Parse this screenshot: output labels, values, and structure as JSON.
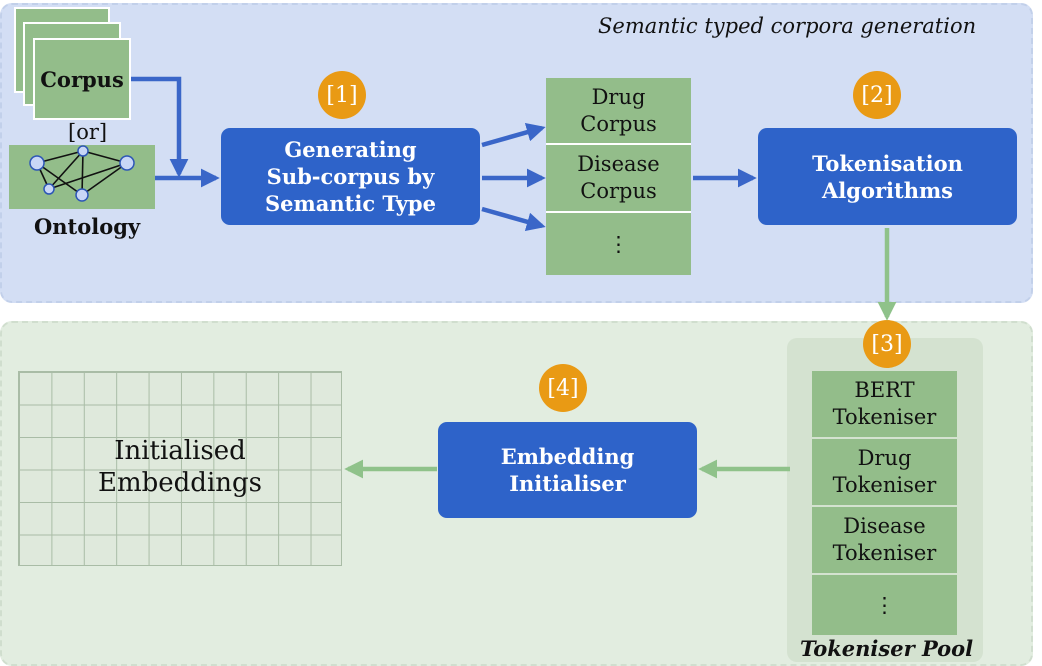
{
  "top_panel": {
    "title": "Semantic typed corpora generation"
  },
  "inputs": {
    "corpus_label": "Corpus",
    "or_label": "[or]",
    "ontology_label": "Ontology"
  },
  "badges": [
    "[1]",
    "[2]",
    "[3]",
    "[4]"
  ],
  "generator": {
    "line1": "Generating",
    "line2": "Sub-corpus by",
    "line3": "Semantic Type"
  },
  "corpora": [
    {
      "line1": "Drug",
      "line2": "Corpus"
    },
    {
      "line1": "Disease",
      "line2": "Corpus"
    },
    {
      "line1": "⋮",
      "line2": ""
    }
  ],
  "tokenisation": {
    "line1": "Tokenisation",
    "line2": "Algorithms"
  },
  "tokeniser_pool": {
    "title": "Tokeniser Pool",
    "items": [
      {
        "line1": "BERT",
        "line2": "Tokeniser"
      },
      {
        "line1": "Drug",
        "line2": "Tokeniser"
      },
      {
        "line1": "Disease",
        "line2": "Tokeniser"
      },
      {
        "line1": "⋮",
        "line2": ""
      }
    ]
  },
  "initialiser": {
    "line1": "Embedding",
    "line2": "Initialiser"
  },
  "embeddings": {
    "line1": "Initialised",
    "line2": "Embeddings"
  },
  "colors": {
    "blue_box": "#2e63c9",
    "blue_arrow": "#3a66c8",
    "green_arrow": "#8fc28a",
    "green_cell": "#93bd8a",
    "badge": "#e99a14"
  }
}
